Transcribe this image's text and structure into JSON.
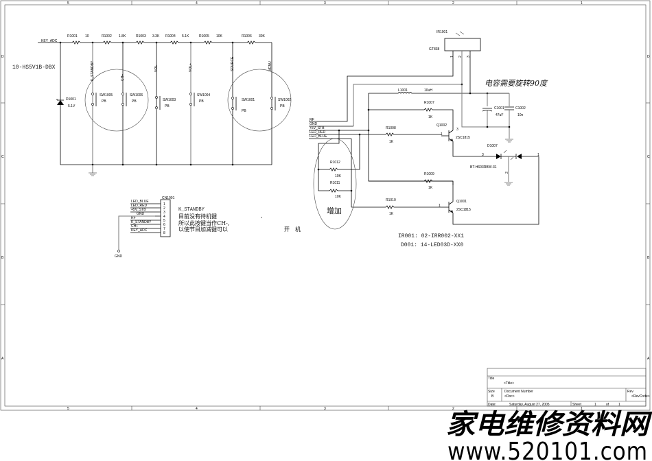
{
  "border": {
    "columns": [
      "5",
      "4",
      "3",
      "2",
      "1"
    ],
    "rows": [
      "D",
      "C",
      "B",
      "A"
    ]
  },
  "keyboard": {
    "net_in": "KEY_ADC",
    "board_label": "10-HS5V1B-DBX",
    "resistors": [
      {
        "ref": "R1001",
        "value": "10"
      },
      {
        "ref": "R1002",
        "value": "1.8K"
      },
      {
        "ref": "R1003",
        "value": "3.3K"
      },
      {
        "ref": "R1004",
        "value": "5.1K"
      },
      {
        "ref": "R1005",
        "value": "10K"
      },
      {
        "ref": "R1006",
        "value": "30K"
      }
    ],
    "nets": [
      "K_STANDBY",
      "CH+",
      "VOL-",
      "VOL+",
      "SOURCE",
      "MENU"
    ],
    "switches": [
      {
        "ref": "SW1005",
        "type": "PB"
      },
      {
        "ref": "SW1006",
        "type": "PB"
      },
      {
        "ref": "SW1003",
        "type": "PB"
      },
      {
        "ref": "SW1004",
        "type": "PB"
      },
      {
        "ref": "SW1001",
        "type": "PB"
      },
      {
        "ref": "SW1002",
        "type": "PB"
      }
    ],
    "diode": {
      "ref": "D1001",
      "value": "5.1V"
    }
  },
  "connector": {
    "ref": "CN1001",
    "pins": [
      {
        "num": "1",
        "net": "LED_BLUE"
      },
      {
        "num": "2",
        "net": "LED_RED"
      },
      {
        "num": "3",
        "net": "+5V_STB"
      },
      {
        "num": "4",
        "net": "GND"
      },
      {
        "num": "5",
        "net": "RF"
      },
      {
        "num": "6",
        "net": "K_STANDBY"
      },
      {
        "num": "7",
        "net": "CH+"
      },
      {
        "num": "8",
        "net": "KEY_ADC"
      }
    ],
    "gnd_label": "GND"
  },
  "notes": {
    "standby_title": "K_STANDBY",
    "standby_lines": [
      "目前没有待机键",
      "所以此按键当作CH-,",
      "以使节目加减键可以"
    ],
    "power_on": "开　机",
    "dot": ",",
    "cap_note": "电容需要旋转90度",
    "added": "增加",
    "part1": "IR001: 02-IRR002-XX1",
    "part2": "D001: 14-LED03D-XX0"
  },
  "ir_section": {
    "ir": {
      "ref": "IR1001",
      "part": "GT838",
      "pins": [
        "1",
        "2",
        "3"
      ]
    },
    "inductor": {
      "ref": "L1001",
      "value": "10uH"
    },
    "cap1": {
      "ref": "C1001",
      "value": "47uF"
    },
    "cap2": {
      "ref": "C1002",
      "value": "10n"
    },
    "nets": [
      "RF",
      "GND",
      "+5V_STB",
      "LED_RED",
      "LED_BLUE"
    ],
    "r1007": {
      "ref": "R1007",
      "value": "1K"
    },
    "r1008": {
      "ref": "R1008",
      "value": "1K"
    },
    "r1009": {
      "ref": "R1009",
      "value": "1K"
    },
    "r1010": {
      "ref": "R1010",
      "value": "1K"
    },
    "r1011": {
      "ref": "R1011",
      "value": "10K"
    },
    "r1012": {
      "ref": "R1012",
      "value": "10K"
    },
    "q1002": {
      "ref": "Q1002",
      "part": "2SC1815",
      "pin_b": "1",
      "pin_c": "3"
    },
    "q1001": {
      "ref": "Q1001",
      "part": "2SC1815",
      "pin_b": "1"
    },
    "led": {
      "ref": "D1007",
      "part": "BT-H603RBW-31",
      "pin_a": "3",
      "pin_k": "1",
      "pin_c": "2"
    }
  },
  "title_block": {
    "title_label": "Title",
    "title_value": "<Title>",
    "size_label": "Size",
    "size_value": "B",
    "docnum_label": "Document Number",
    "docnum_value": "<Doc>",
    "rev_label": "Rev",
    "rev_value": "<RevCode>",
    "date_label": "Date:",
    "date_value": "Saturday, August 27, 2005",
    "sheet_label": "Sheet",
    "sheet_num": "1",
    "of_label": "of",
    "sheet_total": "1"
  },
  "watermark": {
    "line1": "家电维修资料网",
    "line2": "www.520101.com"
  }
}
